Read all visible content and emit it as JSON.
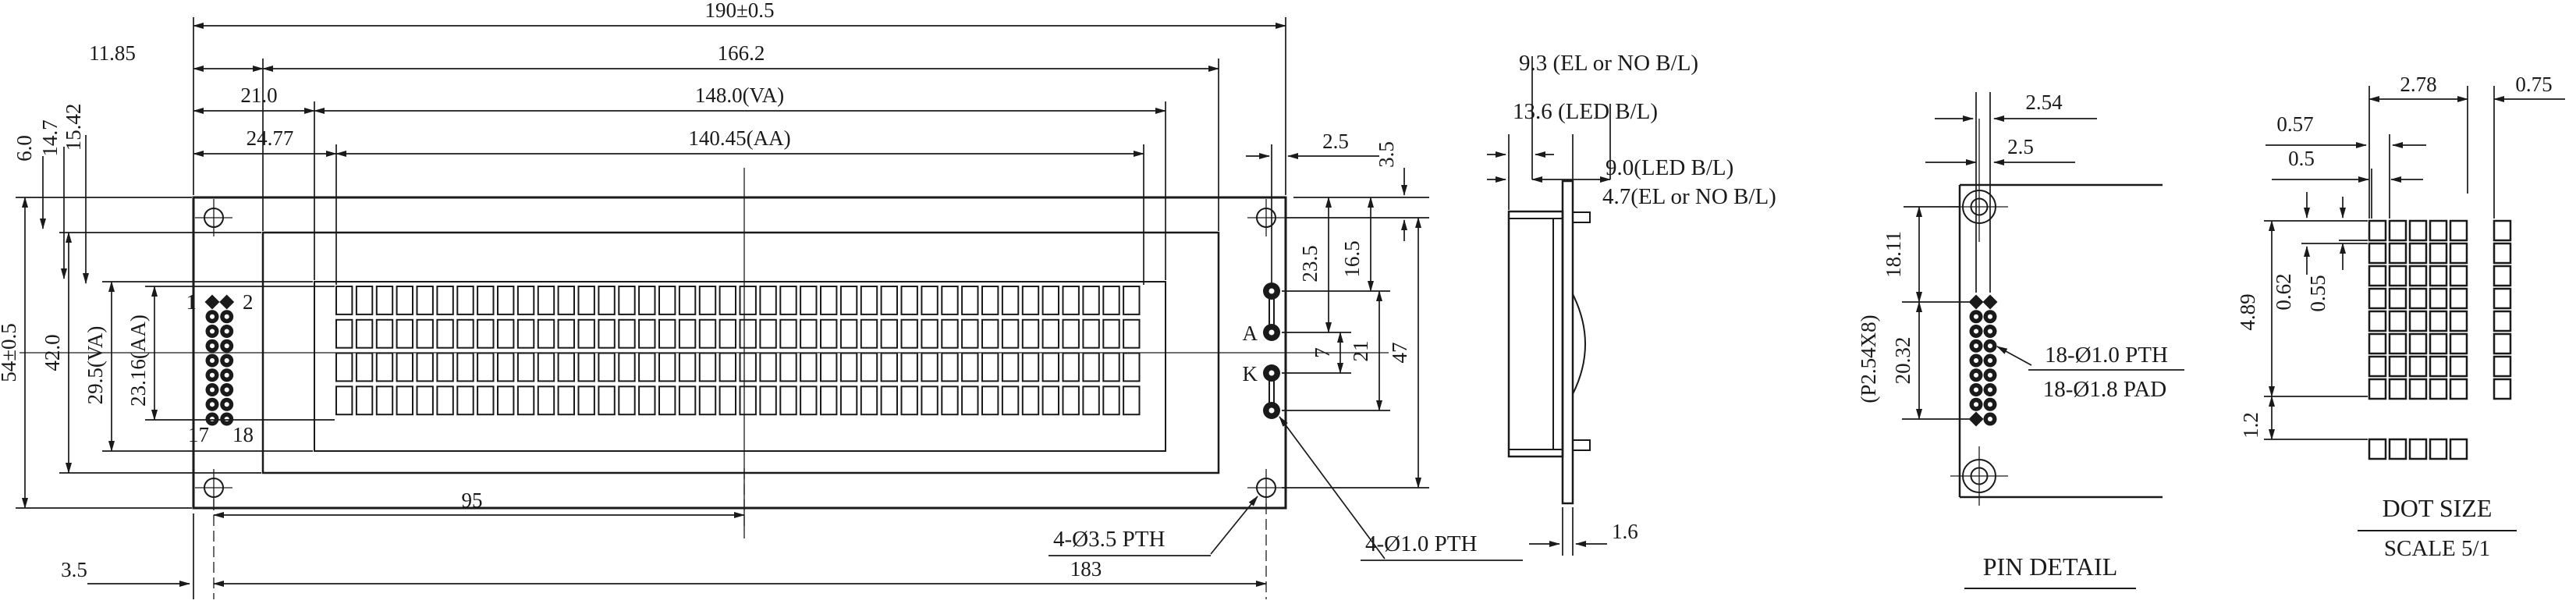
{
  "colors": {
    "ink": "#1a1a1a",
    "background": "#ffffff"
  },
  "drawing": {
    "main_view": {
      "dims_top": {
        "overall_width": "190±0.5",
        "bezel_width": "166.2",
        "viewing_area_width": "148.0(VA)",
        "active_area_width": "140.45(AA)",
        "edge_to_bezel": "11.85",
        "edge_to_va": "21.0",
        "edge_to_aa": "24.77"
      },
      "dims_top_left": {
        "bezel_offset": "6.0",
        "va_offset": "14.7",
        "aa_offset": "15.42"
      },
      "dims_left": {
        "overall_height": "54±0.5",
        "bezel_height": "42.0",
        "viewing_area_height": "29.5(VA)",
        "active_area_height": "23.16(AA)"
      },
      "dims_right": {
        "pad_to_edge": "2.5",
        "hole_offset": "3.5",
        "top_to_pad_a": "23.5",
        "top_to_pad1": "16.5",
        "pad_a_to_k": "7",
        "pad1_to_pad4": "21",
        "hole_span_v": "47"
      },
      "dims_bottom": {
        "hole_to_center": "95",
        "hole_span_h": "183",
        "edge_to_hole": "3.5"
      },
      "pin_labels": {
        "pin1": "1",
        "pin2": "2",
        "pin17": "17",
        "pin18": "18"
      },
      "pad_labels": {
        "anode": "A",
        "cathode": "K"
      },
      "callouts": {
        "mount_holes": "4-Ø3.5 PTH",
        "backlight_holes": "4-Ø1.0 PTH"
      },
      "display": {
        "rows": 4,
        "columns": 40
      },
      "pin_header": {
        "rows": 9,
        "cols": 2
      }
    },
    "side_view": {
      "labels": {
        "thickness_el": "9.3 (EL or NO B/L)",
        "thickness_led": "13.6 (LED B/L)",
        "height_led": "9.0(LED B/L)",
        "height_el": "4.7(EL or NO B/L)",
        "pcb_thickness": "1.6"
      }
    },
    "pin_detail": {
      "title": "PIN DETAIL",
      "dims": {
        "pin_pitch": "2.54",
        "hole_to_pin": "2.5",
        "hole_to_pin1": "18.11",
        "pin_span": "20.32",
        "pitch_note": "(P2.54X8)"
      },
      "callouts": {
        "pth": "18-Ø1.0 PTH",
        "pad": "18-Ø1.8 PAD"
      },
      "pins": {
        "rows": 9,
        "cols": 2
      }
    },
    "dot_view": {
      "title": "DOT SIZE",
      "scale": "SCALE 5/1",
      "dims": {
        "char_width": "2.78",
        "char_gap": "0.75",
        "dot_pitch_x": "0.57",
        "dot_width": "0.5",
        "dot_pitch_y": "0.62",
        "dot_height": "0.55",
        "char_height": "4.89",
        "row_gap": "1.2"
      },
      "grid": {
        "rows": 8,
        "cols": 5
      }
    }
  }
}
